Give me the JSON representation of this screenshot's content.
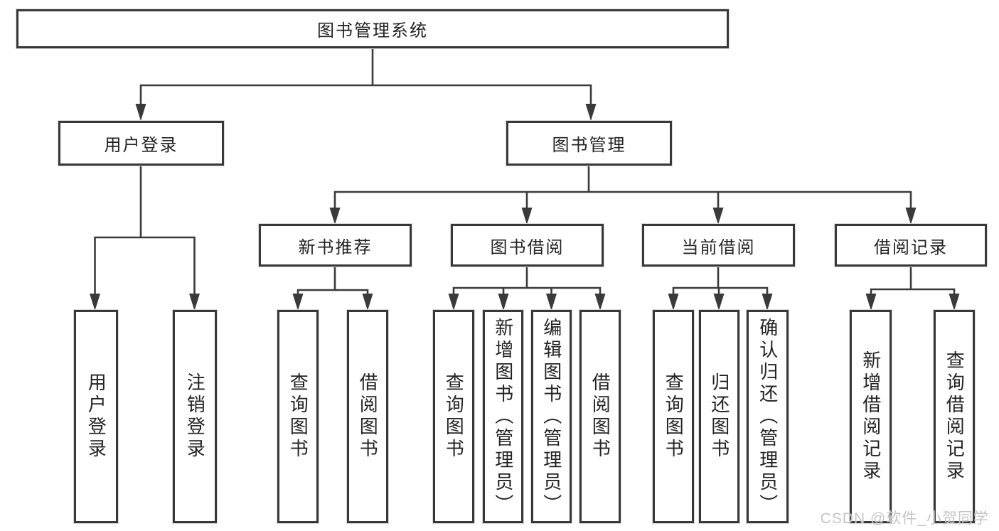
{
  "title": "图书管理系统",
  "watermark": "CSDN @软件_小贺同学",
  "colors": {
    "line": "#3a3a3a",
    "box_border": "#383838",
    "text": "#232323",
    "watermark": "#c5c5c5"
  },
  "tree": {
    "label": "图书管理系统",
    "children": [
      {
        "label": "用户登录",
        "children": [
          {
            "label": "用户登录"
          },
          {
            "label": "注销登录"
          }
        ]
      },
      {
        "label": "图书管理",
        "children": [
          {
            "label": "新书推荐",
            "children": [
              {
                "label": "查询图书"
              },
              {
                "label": "借阅图书"
              }
            ]
          },
          {
            "label": "图书借阅",
            "children": [
              {
                "label": "查询图书"
              },
              {
                "label": "新增图书（管理员）"
              },
              {
                "label": "编辑图书（管理员）"
              },
              {
                "label": "借阅图书"
              }
            ]
          },
          {
            "label": "当前借阅",
            "children": [
              {
                "label": "查询图书"
              },
              {
                "label": "归还图书"
              },
              {
                "label": "确认归还（管理员）"
              }
            ]
          },
          {
            "label": "借阅记录",
            "children": [
              {
                "label": "新增借阅记录"
              },
              {
                "label": "查询借阅记录"
              }
            ]
          }
        ]
      }
    ]
  }
}
